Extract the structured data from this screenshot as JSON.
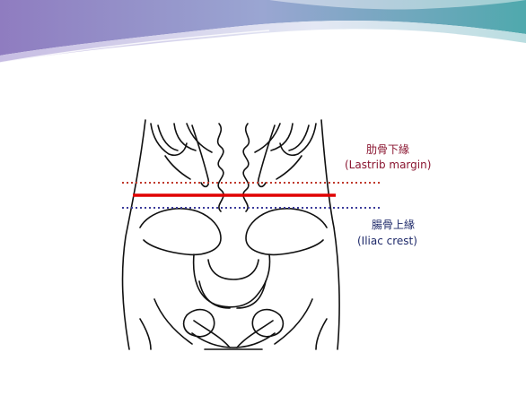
{
  "slide": {
    "theme_colors": {
      "banner_purple": "#8f7cc0",
      "banner_teal": "#4fa9ad",
      "banner_light": "#dde3f0"
    }
  },
  "figure": {
    "icon": "abdomen-pelvis-outline-illustration",
    "lines": {
      "lastrib_color": "#c0392b",
      "waist_color": "#e00000",
      "iliac_color": "#3b3b9a"
    },
    "labels": {
      "lastrib_cn": "肋骨下緣",
      "lastrib_en": "(Lastrib margin)",
      "iliac_cn": "腸骨上緣",
      "iliac_en": "(Iliac crest)"
    }
  }
}
